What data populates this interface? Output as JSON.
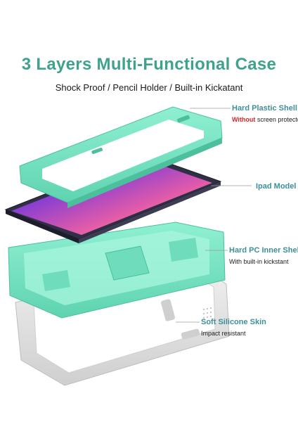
{
  "colors": {
    "title": "#3fa28c",
    "callout_heading": "#3d8f99",
    "warning": "#d8262a",
    "mint": "#7fe3c4",
    "mint_shade": "#54c9a5",
    "silicone": "#e2e2e2",
    "tablet_body": "#2f2f45"
  },
  "header": {
    "title": "3 Layers Multi-Functional Case",
    "subtitle": "Shock Proof / Pencil Holder / Built-in Kickatant"
  },
  "callouts": {
    "hard_shell": {
      "heading": "Hard Plastic Shell",
      "warning": "Without",
      "rest": " screen protector"
    },
    "ipad": {
      "heading": "Ipad Model"
    },
    "inner_shell": {
      "heading": "Hard PC Inner Shell",
      "desc": "With built-in kickstant"
    },
    "silicone": {
      "heading": "Soft Silicone Skin",
      "desc": "Impact resistant"
    }
  }
}
